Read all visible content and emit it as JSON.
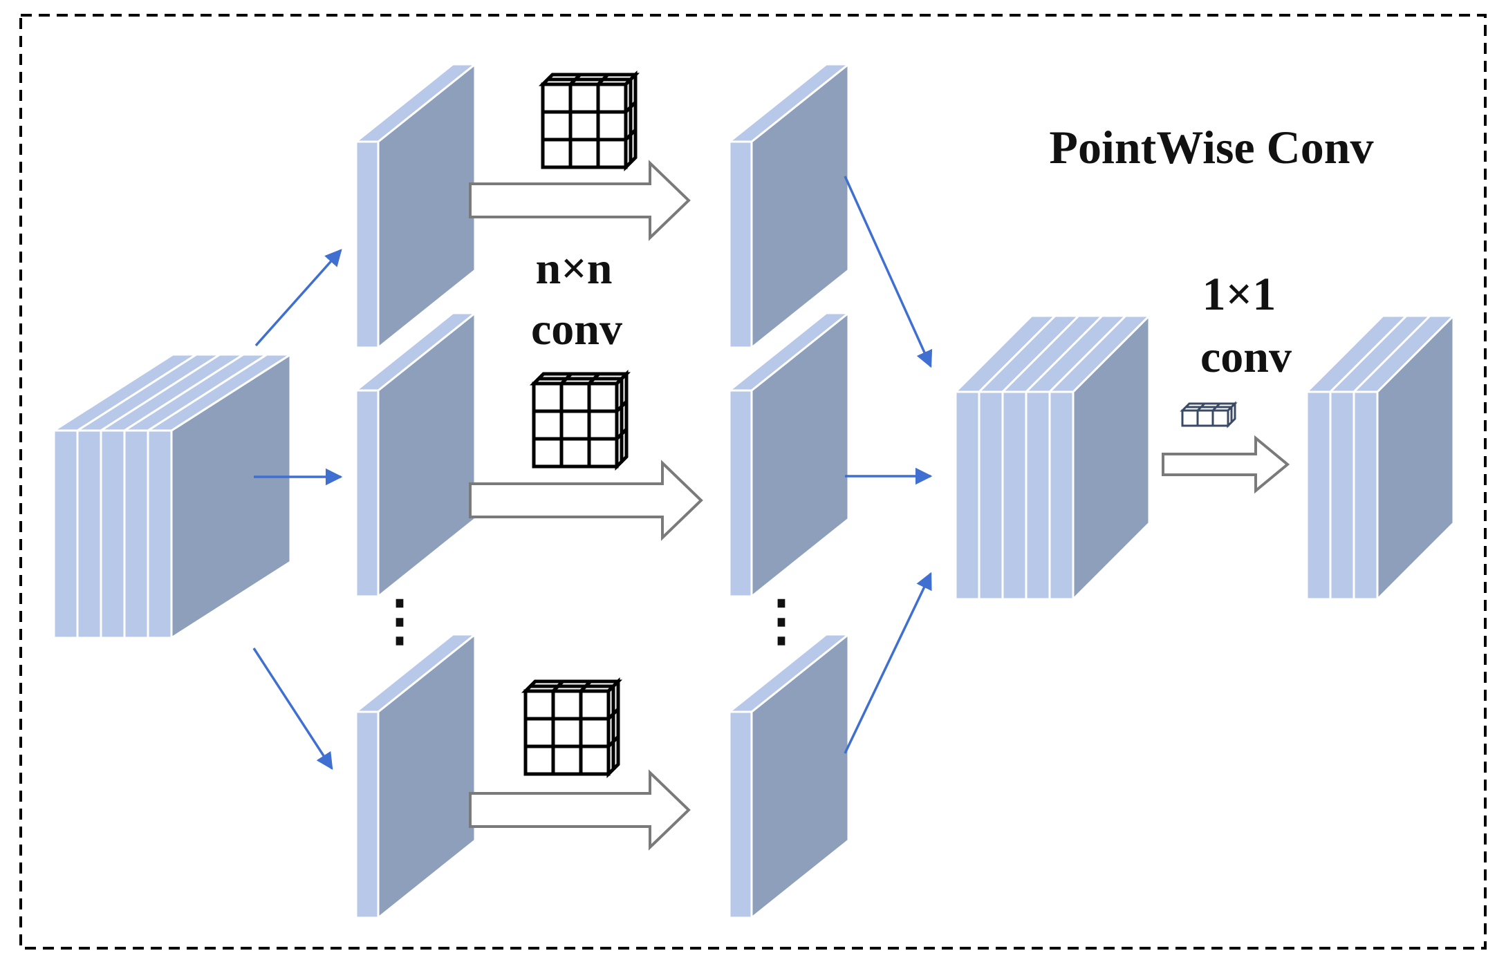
{
  "labels": {
    "pointwise_title": "PointWise Conv",
    "nxn_line1": "n×n",
    "nxn_line2": "conv",
    "onexone_line1": "1×1",
    "onexone_line2": "conv",
    "ellipsis": "⋮"
  },
  "colors": {
    "layer_front": "#b8c8e8",
    "layer_side": "#8e9fbb",
    "layer_top": "#b8c8e8",
    "arrow_blue": "#3f6fd0",
    "hollow_arrow": "#7a7a7a",
    "kernel_stroke": "#000000",
    "small_kernel_stroke": "#3a4a66",
    "border": "#000000"
  },
  "icons": {
    "kernel_3x3": "cube-grid-icon",
    "kernel_1x1": "small-cube-row-icon"
  }
}
